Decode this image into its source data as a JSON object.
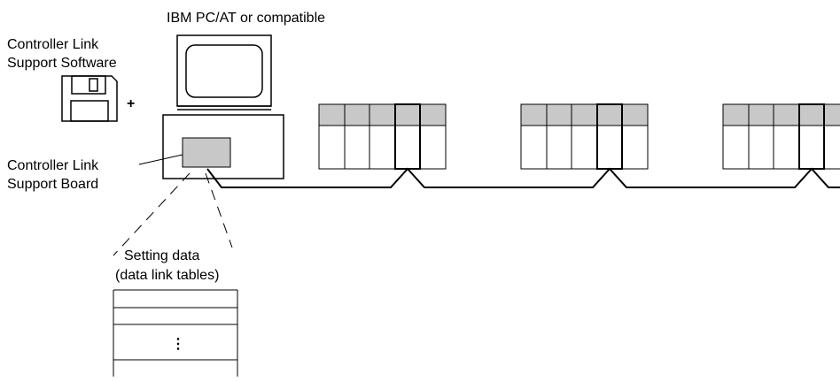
{
  "labels": {
    "pc_title": "IBM PC/AT or compatible",
    "software_line1": "Controller Link",
    "software_line2": "Support Software",
    "plus": "+",
    "board_line1": "Controller Link",
    "board_line2": "Support Board",
    "setting_line1": "Setting data",
    "setting_line2": "(data link tables)",
    "table_ellipsis": "⋮"
  },
  "icons": {
    "floppy": "floppy-disk-icon",
    "monitor": "monitor-icon",
    "plc": "plc-rack-icon"
  },
  "colors": {
    "stroke": "#000000",
    "plc_header": "#c8c8c8",
    "board_fill": "#c8c8c8"
  },
  "network": {
    "plc_count": 3,
    "units_per_plc": 5
  }
}
